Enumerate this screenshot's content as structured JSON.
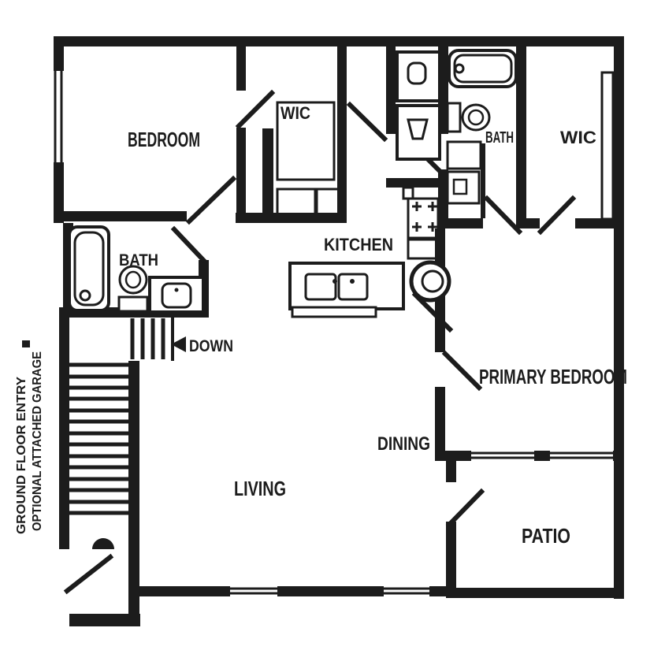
{
  "plan": {
    "rooms": {
      "bedroom": "BEDROOM",
      "wic": "WIC",
      "bath": "BATH",
      "kitchen": "KITCHEN",
      "primary_bath": "BATH",
      "primary_wic": "WIC",
      "primary_bedroom": "PRIMARY BEDROOM",
      "dining": "DINING",
      "living": "LIVING",
      "patio": "PATIO"
    },
    "stairs": {
      "direction_label": "DOWN"
    },
    "side_note": {
      "line1": "GROUND FLOOR ENTRY",
      "line2": "OPTIONAL ATTACHED GARAGE"
    },
    "colors": {
      "ink": "#1c1c1c",
      "background": "#ffffff"
    }
  }
}
